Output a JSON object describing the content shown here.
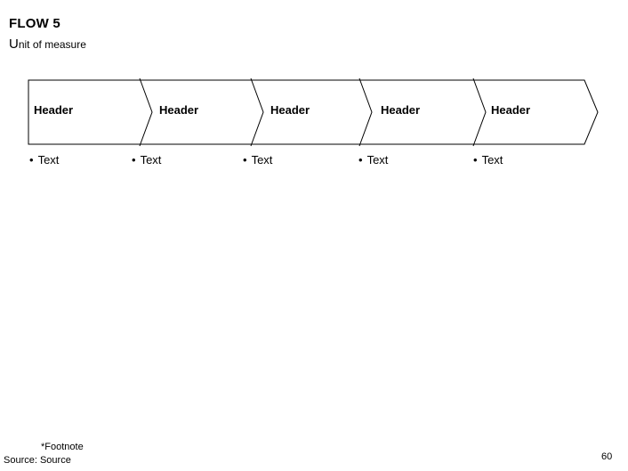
{
  "slide": {
    "title": "FLOW 5",
    "subtitle": "Unit of measure",
    "footnote": "*Footnote",
    "source_label": "Source: Source",
    "page_number": "60"
  },
  "flow": {
    "type": "chevron-process-band",
    "step_count": 5,
    "bullet_glyph": "•",
    "steps": [
      {
        "header": "Header",
        "text": "Text"
      },
      {
        "header": "Header",
        "text": "Text"
      },
      {
        "header": "Header",
        "text": "Text"
      },
      {
        "header": "Header",
        "text": "Text"
      },
      {
        "header": "Header",
        "text": "Text"
      }
    ]
  },
  "colors": {
    "background": "#ffffff",
    "text": "#000000",
    "shape_stroke": "#000000",
    "shape_fill": "#ffffff"
  }
}
